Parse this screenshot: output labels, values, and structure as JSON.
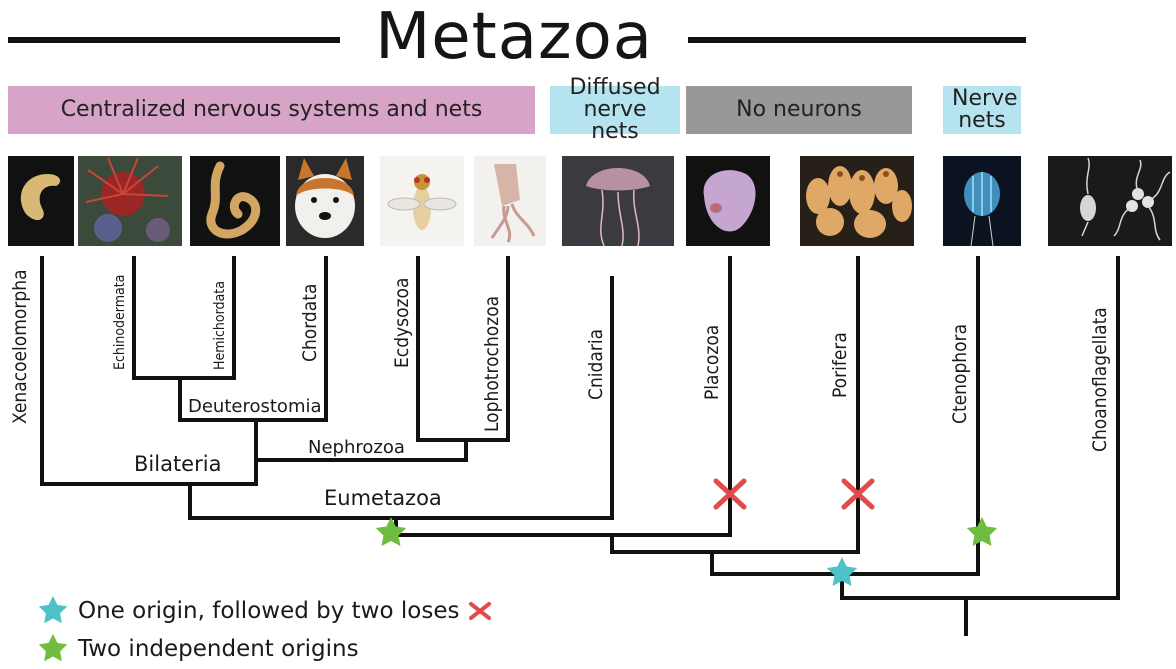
{
  "title": "Metazoa",
  "bands": [
    {
      "label": "Centralized nervous systems and nets",
      "color": "#d7a3c7"
    },
    {
      "label": "Diffused nerve nets",
      "color": "#b5e3ef"
    },
    {
      "label": "No neurons",
      "color": "#999896"
    },
    {
      "label": "Nerve nets",
      "color": "#b5e3ef"
    }
  ],
  "taxa": [
    "Xenacoelomorpha",
    "Echinodermata",
    "Hemichordata",
    "Chordata",
    "Ecdysozoa",
    "Lophotrochozoa",
    "Cnidaria",
    "Placozoa",
    "Porifera",
    "Ctenophora",
    "Choanoflagellata"
  ],
  "nodes": {
    "deuterostomia": "Deuterostomia",
    "nephrozoa": "Nephrozoa",
    "bilateria": "Bilateria",
    "eumetazoa": "Eumetazoa"
  },
  "thumbnails": [
    "worm-photo",
    "sea-urchin-photo",
    "acorn-worm-photo",
    "dog-photo",
    "fruit-fly-photo",
    "squid-photo",
    "jellyfish-photo",
    "placozoan-photo",
    "sponge-photo",
    "comb-jelly-photo",
    "choanoflagellate-photo"
  ],
  "legend": {
    "one_origin": "One origin, followed by two loses",
    "two_origins": "Two independent origins"
  },
  "colors": {
    "loss_cross": "#e24b4b",
    "one_origin_star": "#4fc1c8",
    "independent_origin_star": "#6fbd3e"
  }
}
